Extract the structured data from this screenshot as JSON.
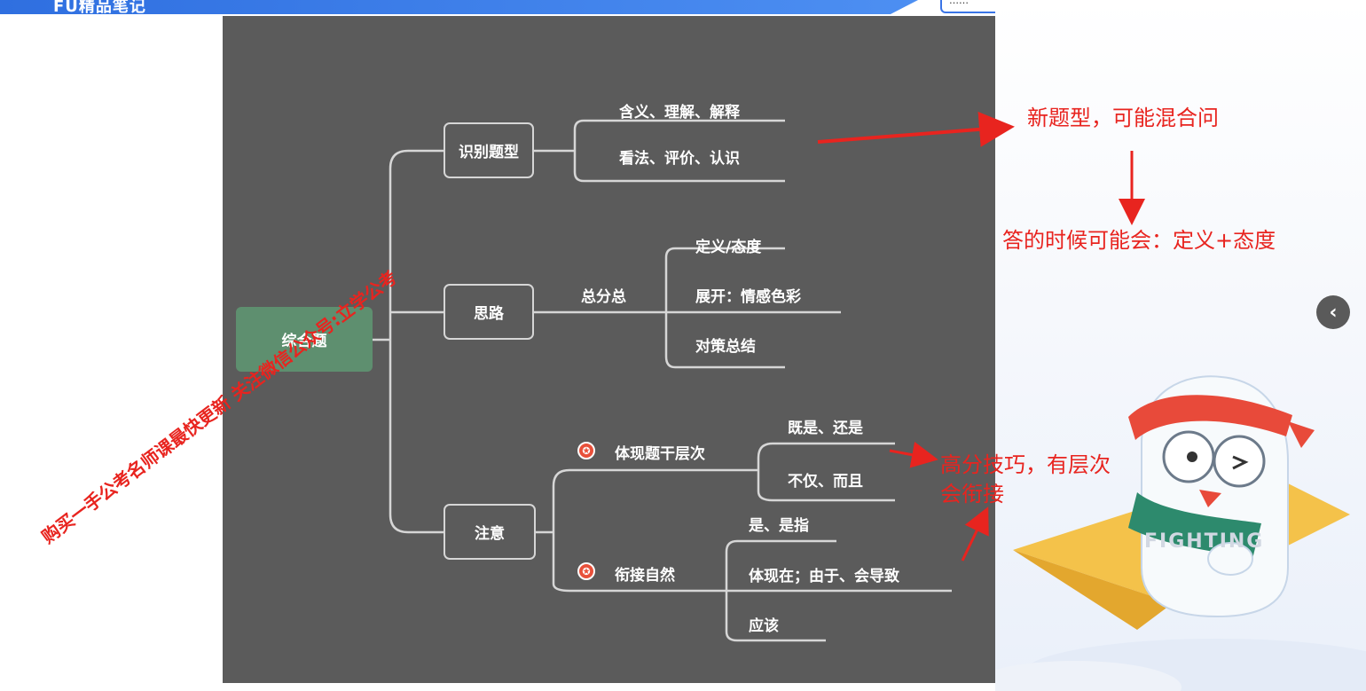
{
  "header": {
    "banner_text": "FU精品笔记",
    "top_notice": "……"
  },
  "mindmap": {
    "root": "综合题",
    "branch1": {
      "label": "识别题型",
      "leaves": [
        "含义、理解、解释",
        "看法、评价、认识"
      ]
    },
    "branch2": {
      "label": "思路",
      "middle": "总分总",
      "leaves": [
        "定义/态度",
        "展开：情感色彩",
        "对策总结"
      ]
    },
    "branch3": {
      "label": "注意",
      "sub1": {
        "label": "体现题干层次",
        "leaves": [
          "既是、还是",
          "不仅、而且"
        ]
      },
      "sub2": {
        "label": "衔接自然",
        "leaves": [
          "是、是指",
          "体现在；由于、会导致",
          "应该"
        ]
      }
    },
    "star_glyph": "✪"
  },
  "annotations": {
    "note1": "新题型，可能混合问",
    "note2": "答的时候可能会：定义+态度",
    "note3_line1": "高分技巧，有层次",
    "note3_line2": "会衔接",
    "color": "#e8241f"
  },
  "watermark": "购买一手公考名师课最快更新 关注微信公众号:立学公考",
  "collapse_button": "‹",
  "mascot_text": "FIGHTING"
}
